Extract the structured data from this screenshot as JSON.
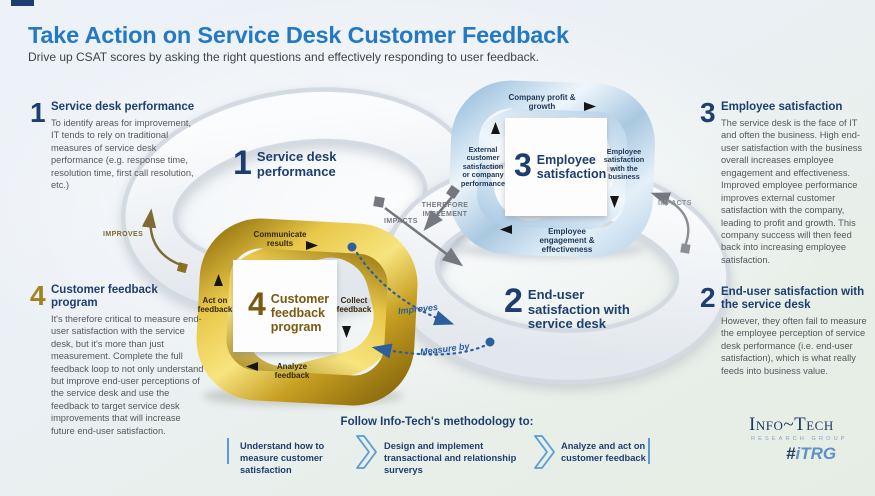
{
  "header": {
    "title": "Take Action on Service Desk Customer Feedback",
    "subtitle": "Drive up CSAT scores by asking the right questions and effectively responding to user feedback."
  },
  "sections": {
    "service_desk_performance": {
      "num": "1",
      "heading": "Service desk performance",
      "body": "To identify areas for improvement, IT tends to rely on traditional measures of service desk performance (e.g. response time, resolution time, first call resolution, etc.)"
    },
    "end_user_satisfaction": {
      "num": "2",
      "heading": "End-user satisfaction with the service desk",
      "body": "However, they often fail to measure the employee perception of service desk performance (i.e. end-user satisfaction), which is what really feeds into business value."
    },
    "employee_satisfaction": {
      "num": "3",
      "heading": "Employee satisfaction",
      "body": "The service desk is the face of IT and often the business. High end-user satisfaction with the business overall increases employee engagement and effectiveness. Improved employee performance improves external customer satisfaction with the company, leading to profit and growth. This company success will then feed back into increasing employee satisfaction."
    },
    "customer_feedback_program": {
      "num": "4",
      "heading": "Customer feedback program",
      "body": "It's therefore critical to measure end-user satisfaction with the service desk, but it's more than just measurement. Complete the full feedback loop to not only understand but improve end-user perceptions of the service desk and use the feedback to target service desk improvements that will increase future end-user satisfaction."
    }
  },
  "loop_labels": {
    "loop1": {
      "num": "1",
      "label": "Service desk performance"
    },
    "loop2": {
      "num": "2",
      "label": "End-user satisfaction with service desk"
    }
  },
  "gold_cycle": {
    "num": "4",
    "title": "Customer feedback program",
    "top": "Communicate results",
    "right": "Collect feedback",
    "bottom": "Analyze feedback",
    "left": "Act on feedback"
  },
  "blue_cycle": {
    "num": "3",
    "title": "Employee satisfaction",
    "top": "Company profit & growth",
    "right": "Employee satisfaction with the business",
    "bottom": "Employee engagement & effectiveness",
    "left": "External customer satisfaction or company performance"
  },
  "connectors": {
    "improves_left": "IMPROVES",
    "impacts_center": "IMPACTS",
    "therefore_implement": "THEREFORE IMPLEMENT",
    "impacts_right": "IMPACTS",
    "improves_dotted": "Improves",
    "measure_by": "Measure by"
  },
  "methodology": {
    "heading": "Follow Info-Tech's methodology to:",
    "steps": [
      "Understand how to measure customer satisfaction",
      "Design and implement transactional and relationship surverys",
      "Analyze and act on customer feedback"
    ]
  },
  "logo": {
    "name": "Info~Tech",
    "tagline": "RESEARCH GROUP",
    "hash": "#",
    "itrg": "iTRG"
  },
  "colors": {
    "title_blue": "#2379c4",
    "navy": "#1d3e6e",
    "gold": "#c9a227",
    "gold_text": "#7a5a10",
    "ribbon_blue": "#b9d4ea",
    "dotted_blue": "#2d5f9e",
    "methodology_blue": "#5b9bd5"
  }
}
